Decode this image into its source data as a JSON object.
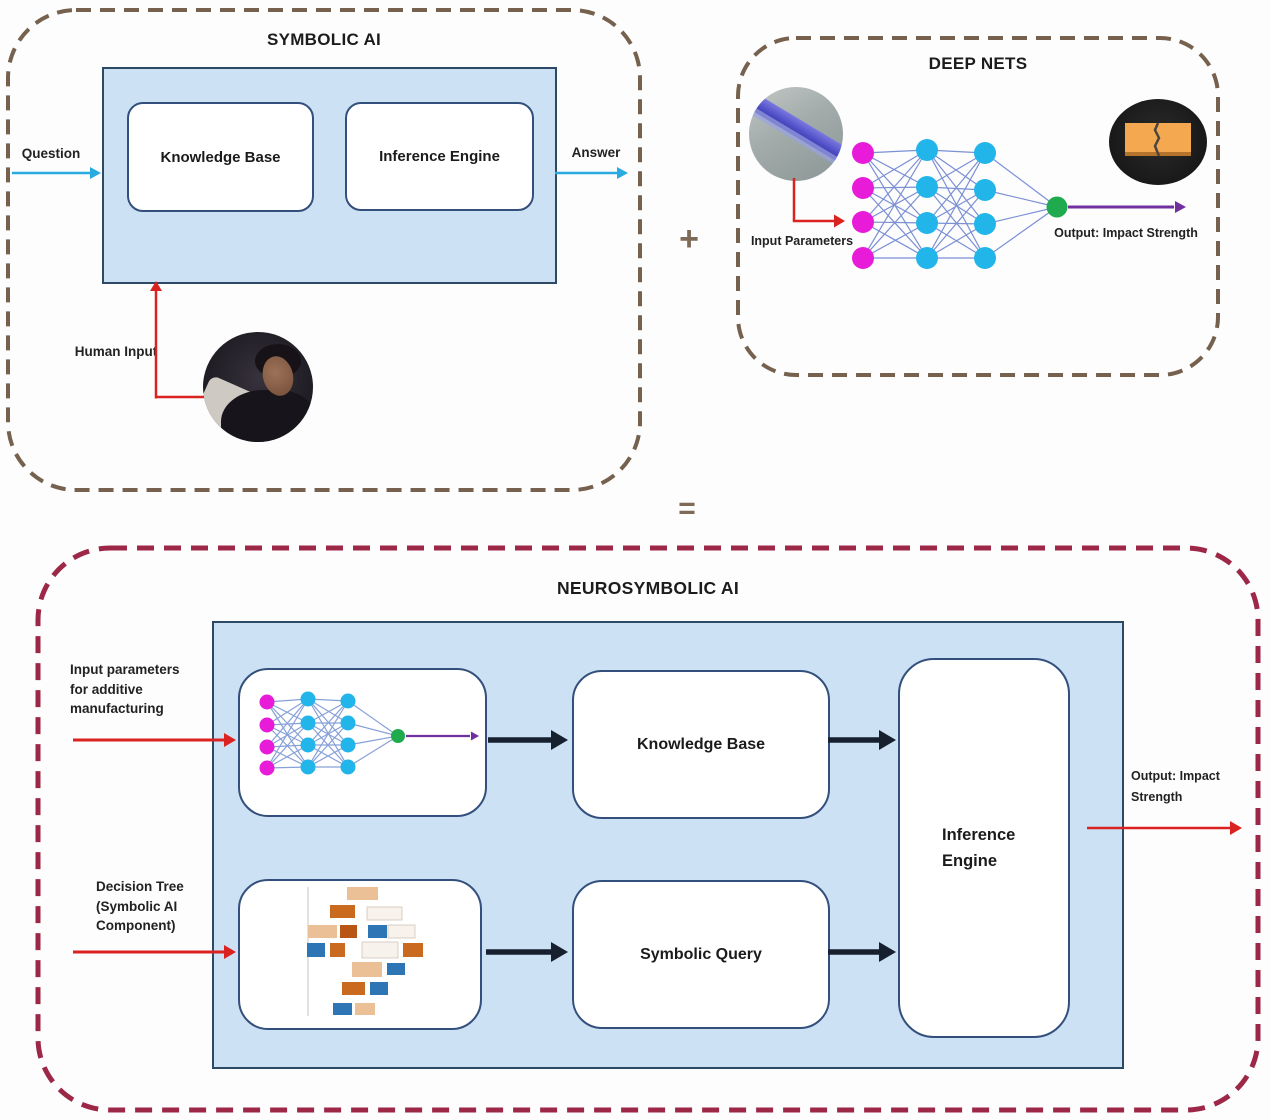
{
  "symbolic_ai": {
    "title": "SYMBOLIC AI",
    "knowledge_base": "Knowledge Base",
    "inference_engine": "Inference Engine",
    "question": "Question",
    "answer": "Answer",
    "human_input": "Human Input"
  },
  "operators": {
    "plus": "+",
    "equals": "="
  },
  "deep_nets": {
    "title": "DEEP NETS",
    "input_parameters": "Input Parameters",
    "output": "Output: Impact Strength"
  },
  "neurosymbolic": {
    "title": "NEUROSYMBOLIC AI",
    "input_label_lines": [
      "Input parameters",
      "for additive",
      "manufacturing"
    ],
    "decision_label_lines": [
      "Decision Tree",
      "(Symbolic AI",
      "Component)"
    ],
    "knowledge_base": "Knowledge Base",
    "symbolic_query": "Symbolic Query",
    "inference_engine": "Inference Engine",
    "output_lines": [
      "Output: Impact",
      "Strength"
    ]
  },
  "colors": {
    "panel_blue": "#cde1f4",
    "border_navy": "#2c4a66",
    "box_border": "#33507c",
    "dashed_brown": "#75614e",
    "dashed_maroon": "#9c2747",
    "arrow_red": "#da2320",
    "arrow_cyan": "#29abe2",
    "arrow_black": "#16202e",
    "arrow_purple": "#7030a0",
    "node_magenta": "#e81cd8",
    "node_cyan": "#22b5ea",
    "node_green": "#1faa4e",
    "net_edge": "#7b8fd4",
    "tree_orange": "#c96a1e",
    "tree_dark_orange": "#b85514",
    "tree_tan": "#ecc096",
    "tree_blue": "#2e75b6"
  }
}
